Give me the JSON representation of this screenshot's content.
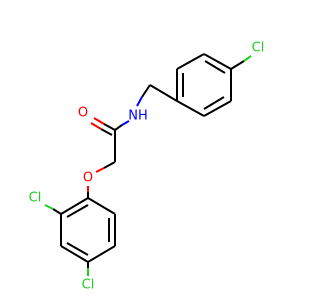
{
  "structure": {
    "atoms": {
      "cl_top": {
        "label": "Cl",
        "color": "#1fcf1f"
      },
      "o_carbonyl": {
        "label": "O",
        "color": "#ff0000"
      },
      "nh": {
        "label": "NH",
        "color": "#0000ff"
      },
      "o_ether": {
        "label": "O",
        "color": "#ff0000"
      },
      "cl_ortho": {
        "label": "Cl",
        "color": "#1fcf1f"
      },
      "cl_para": {
        "label": "Cl",
        "color": "#1fcf1f"
      }
    }
  }
}
